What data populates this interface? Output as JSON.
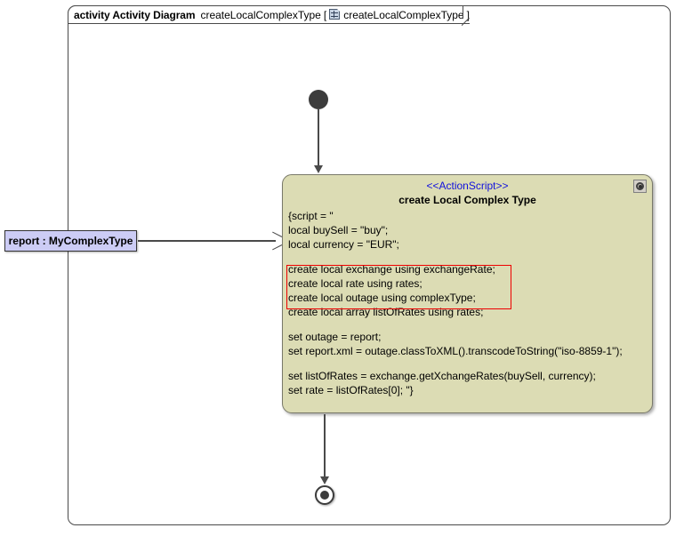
{
  "frame": {
    "kind_label": "activity Activity Diagram",
    "name": "createLocalComplexType",
    "bracket_open": "[",
    "bracket_close": "]",
    "icon_name": "diagram-element-icon",
    "inner_name": "createLocalComplexType"
  },
  "nodes": {
    "initial": {
      "name": "initial-node"
    },
    "final": {
      "name": "activity-final-node"
    },
    "object": {
      "label": "report : MyComplexType",
      "fill_color": "#ccccf5"
    },
    "action": {
      "stereotype": "<<ActionScript>>",
      "stereotype_color": "#1111dd",
      "title": "create Local Complex Type",
      "fill_color": "#dcdcb4",
      "gear_icon": "gear-icon",
      "highlight_color": "#ee0000",
      "script_lines": [
        "{script = \"",
        "local buySell = \"buy\";",
        "local currency = \"EUR\";",
        "",
        "create local exchange using exchangeRate;",
        "create local rate using rates;",
        "create local outage using complexType;",
        "create local array listOfRates using rates;",
        "",
        "set outage = report;",
        "set report.xml = outage.classToXML().transcodeToString(\"iso-8859-1\");",
        "",
        "set listOfRates = exchange.getXchangeRates(buySell, currency);",
        "set rate = listOfRates[0]; \"}"
      ],
      "highlighted_lines": [
        "create local exchange using exchangeRate;",
        "create local rate using rates;",
        "create local outage using complexType;"
      ]
    }
  },
  "edges": {
    "initial_to_action": "control-flow-edge",
    "object_to_action": "object-flow-edge",
    "action_to_final": "control-flow-edge"
  }
}
